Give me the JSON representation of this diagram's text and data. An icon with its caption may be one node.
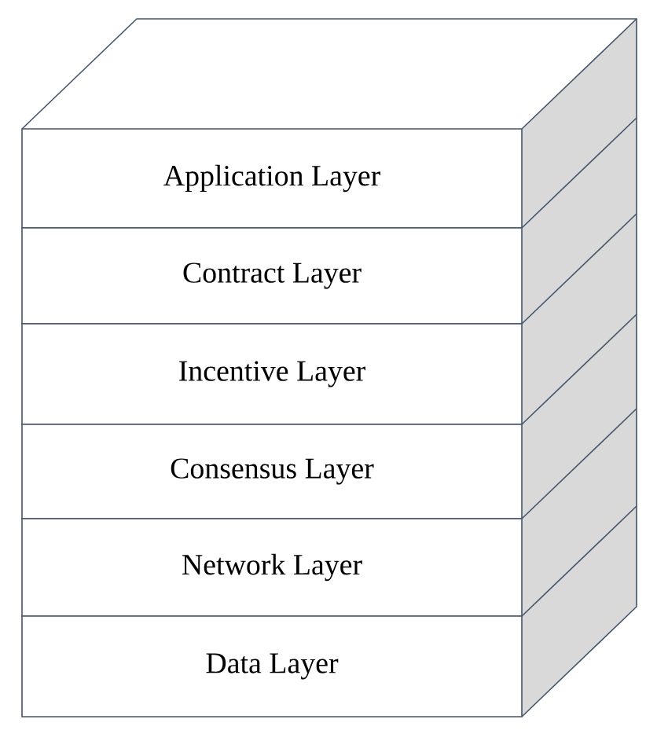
{
  "diagram": {
    "nodes": [
      {
        "text": [
          "Application Layer"
        ]
      },
      {
        "text": [
          "Contract Layer"
        ]
      },
      {
        "text": [
          "Incentive Layer"
        ]
      },
      {
        "text": [
          "Consensus Layer"
        ]
      },
      {
        "text": [
          "Network Layer"
        ]
      },
      {
        "text": [
          "Data Layer"
        ]
      }
    ]
  }
}
